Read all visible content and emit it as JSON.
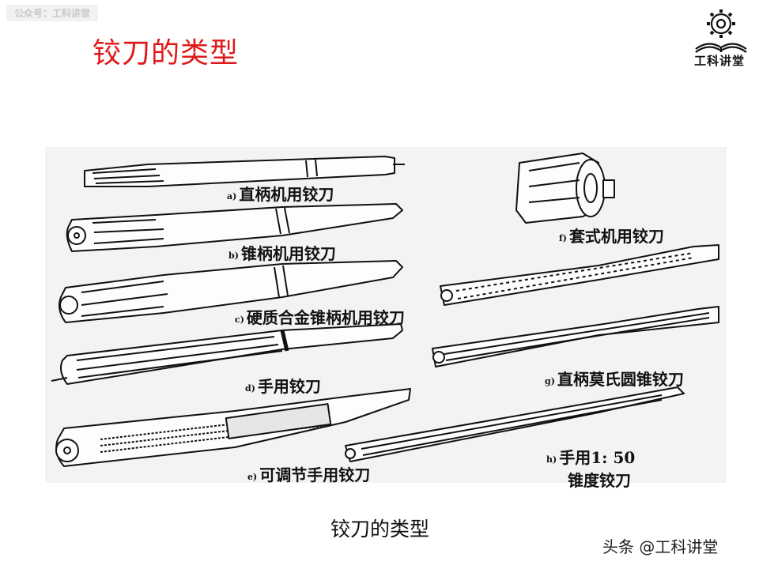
{
  "watermark": "公众号：工科讲堂",
  "page_title": "铰刀的类型",
  "logo_text": "工科讲堂",
  "figure": {
    "labels": [
      {
        "tag": "a)",
        "text": "直柄机用铰刀"
      },
      {
        "tag": "b)",
        "text": "锥柄机用铰刀"
      },
      {
        "tag": "c)",
        "text": "硬质合金锥柄机用铰刀"
      },
      {
        "tag": "d)",
        "text": "手用铰刀"
      },
      {
        "tag": "e)",
        "text": "可调节手用铰刀"
      },
      {
        "tag": "f)",
        "text": "套式机用铰刀"
      },
      {
        "tag": "g)",
        "text": "直柄莫氏圆锥铰刀"
      },
      {
        "tag": "h)",
        "text": "手用1: 50"
      }
    ],
    "label_h_line2": "锥度铰刀"
  },
  "caption": "铰刀的类型",
  "source_mark": "头条 @工科讲堂",
  "colors": {
    "title": "#e01a1a",
    "figure_bg": "#f3f3f3",
    "ink": "#111111"
  }
}
